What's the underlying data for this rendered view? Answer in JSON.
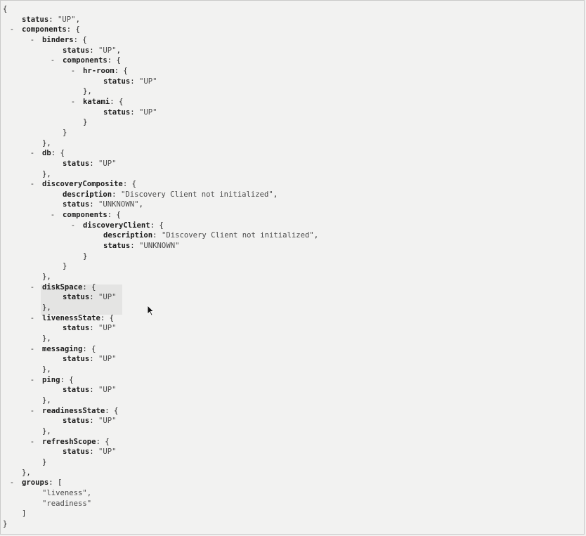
{
  "json": {
    "open_brace": "{",
    "close_brace": "}",
    "status": {
      "key": "status",
      "value": "\"UP\""
    },
    "components": {
      "key": "components",
      "binders": {
        "key": "binders",
        "status": {
          "key": "status",
          "value": "\"UP\""
        },
        "components": {
          "key": "components",
          "hr_room": {
            "key": "hr-room",
            "status": {
              "key": "status",
              "value": "\"UP\""
            }
          },
          "katami": {
            "key": "katami",
            "status": {
              "key": "status",
              "value": "\"UP\""
            }
          }
        }
      },
      "db": {
        "key": "db",
        "status": {
          "key": "status",
          "value": "\"UP\""
        }
      },
      "discoveryComposite": {
        "key": "discoveryComposite",
        "description": {
          "key": "description",
          "value": "\"Discovery Client not initialized\""
        },
        "status": {
          "key": "status",
          "value": "\"UNKNOWN\""
        },
        "components": {
          "key": "components",
          "discoveryClient": {
            "key": "discoveryClient",
            "description": {
              "key": "description",
              "value": "\"Discovery Client not initialized\""
            },
            "status": {
              "key": "status",
              "value": "\"UNKNOWN\""
            }
          }
        }
      },
      "diskSpace": {
        "key": "diskSpace",
        "status": {
          "key": "status",
          "value": "\"UP\""
        }
      },
      "livenessState": {
        "key": "livenessState",
        "status": {
          "key": "status",
          "value": "\"UP\""
        }
      },
      "messaging": {
        "key": "messaging",
        "status": {
          "key": "status",
          "value": "\"UP\""
        }
      },
      "ping": {
        "key": "ping",
        "status": {
          "key": "status",
          "value": "\"UP\""
        }
      },
      "readinessState": {
        "key": "readinessState",
        "status": {
          "key": "status",
          "value": "\"UP\""
        }
      },
      "refreshScope": {
        "key": "refreshScope",
        "status": {
          "key": "status",
          "value": "\"UP\""
        }
      }
    },
    "groups": {
      "key": "groups",
      "items": [
        "\"liveness\",",
        "\"readiness\""
      ]
    }
  },
  "toggle_symbol": "-"
}
